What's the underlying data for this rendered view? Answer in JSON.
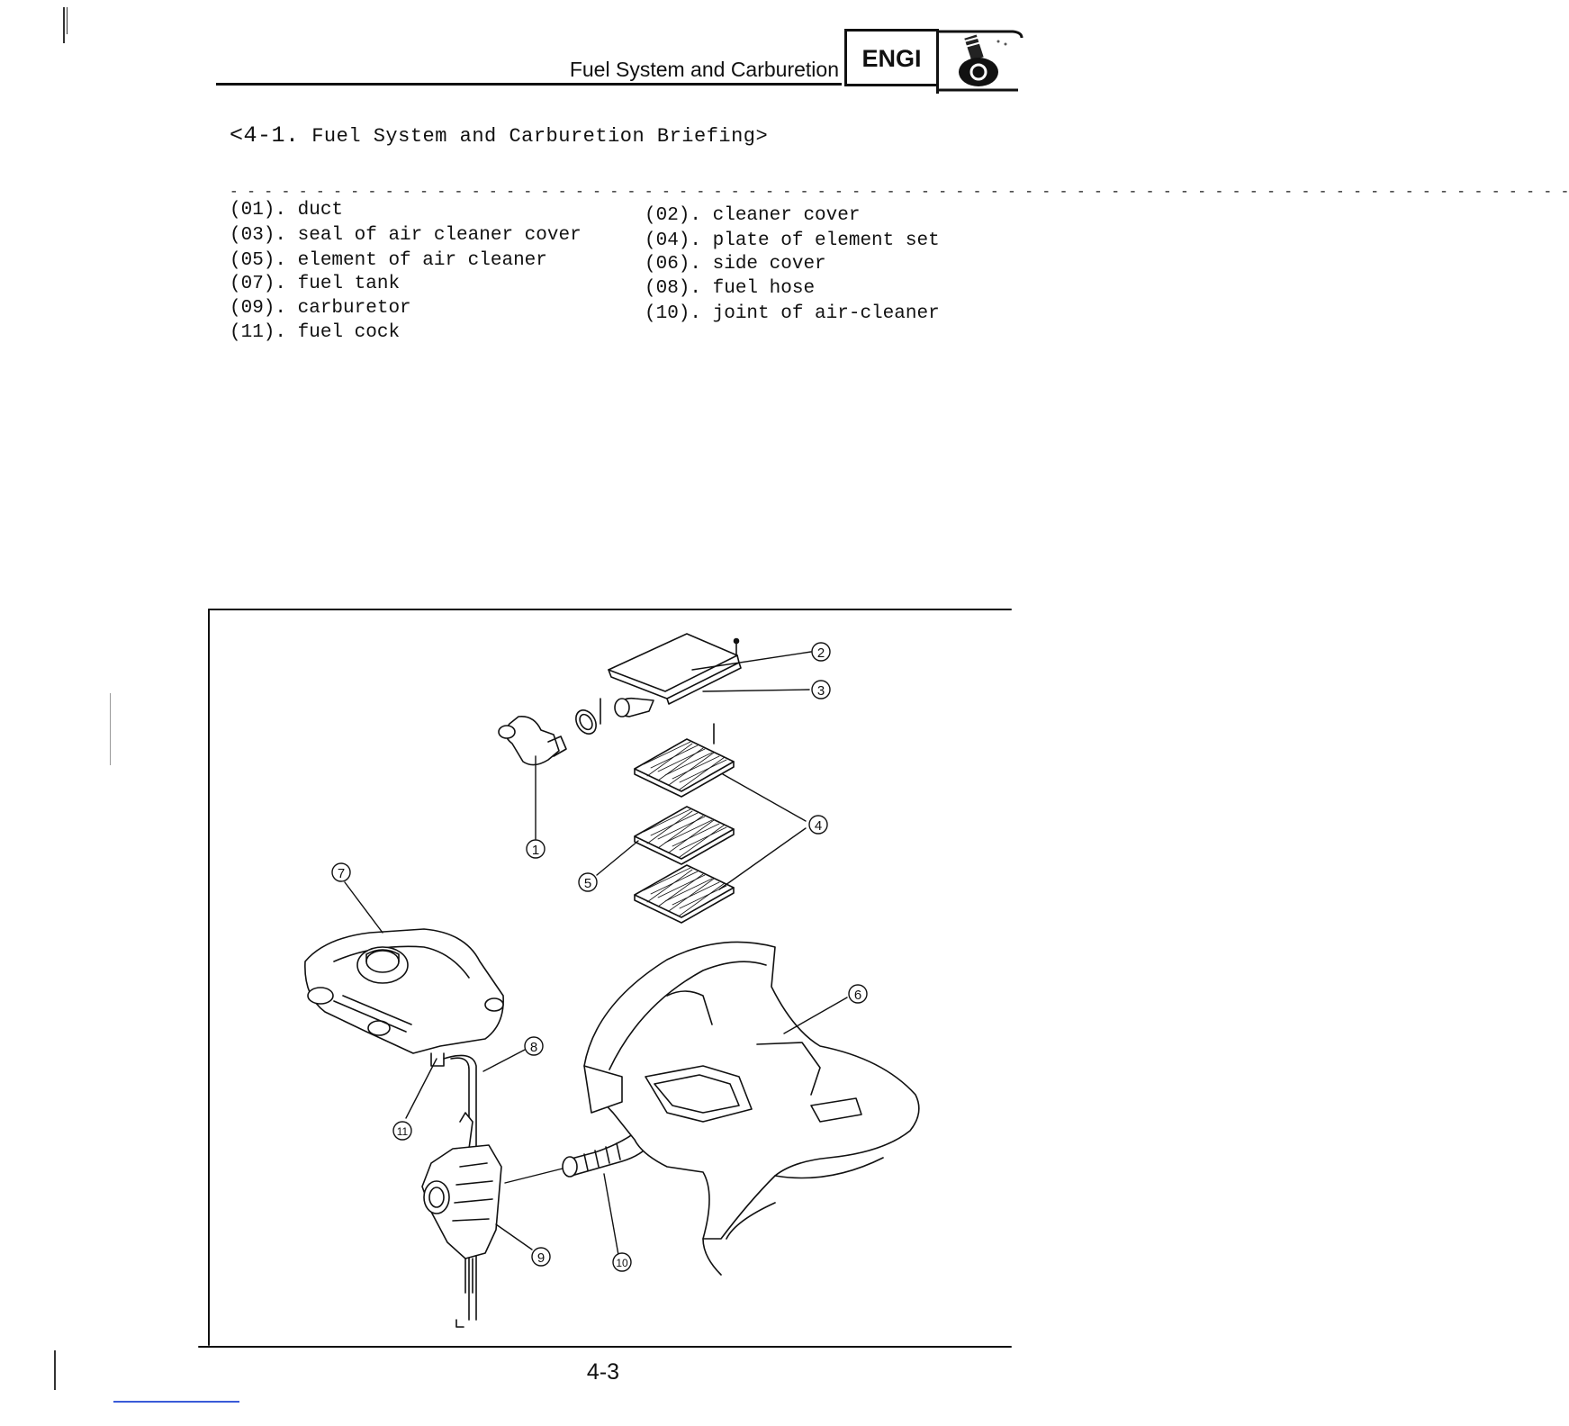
{
  "header": {
    "title": "Fuel System and Carburetion",
    "badge": "ENGI",
    "badge_icon": "engine-icon"
  },
  "section": {
    "number": "<4-1.",
    "title": "Fuel System and Carburetion Briefing>"
  },
  "parts": [
    {
      "num": "(01).",
      "name": "duct"
    },
    {
      "num": "(02).",
      "name": "cleaner cover"
    },
    {
      "num": "(03).",
      "name": "seal of air cleaner cover"
    },
    {
      "num": "(04).",
      "name": "plate of element set"
    },
    {
      "num": "(05).",
      "name": "element of air cleaner"
    },
    {
      "num": "(06).",
      "name": "side cover"
    },
    {
      "num": "(07).",
      "name": "fuel tank"
    },
    {
      "num": "(08).",
      "name": "fuel hose"
    },
    {
      "num": "(09).",
      "name": "carburetor"
    },
    {
      "num": "(10).",
      "name": "joint of air-cleaner"
    },
    {
      "num": "(11).",
      "name": "fuel cock"
    }
  ],
  "figure": {
    "callouts": [
      "1",
      "2",
      "3",
      "4",
      "5",
      "6",
      "7",
      "8",
      "9",
      "10",
      "11"
    ]
  },
  "page_number": "4-3"
}
